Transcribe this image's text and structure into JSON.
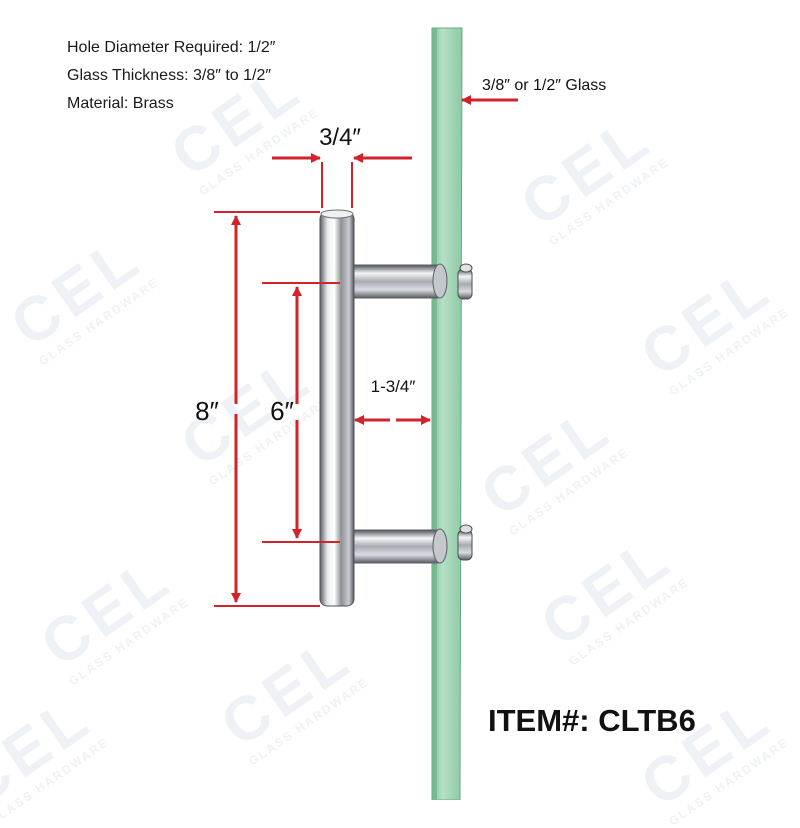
{
  "specs": {
    "hole_diameter": "Hole Diameter Required: 1/2″",
    "glass_thickness": "Glass Thickness: 3/8″ to 1/2″",
    "material": "Material: Brass"
  },
  "glass_label": "3/8″ or 1/2″ Glass",
  "dimensions": {
    "diameter": "3/4″",
    "overall_length": "8″",
    "center_to_center": "6″",
    "projection": "1-3/4″"
  },
  "item_number": "ITEM#: CLTB6",
  "watermark": {
    "brand": "CEL",
    "subtitle": "GLASS HARDWARE"
  },
  "colors": {
    "dimension_red": "#d2232a",
    "glass_green": "#9fd2b3",
    "chrome": "#8c8e93"
  }
}
